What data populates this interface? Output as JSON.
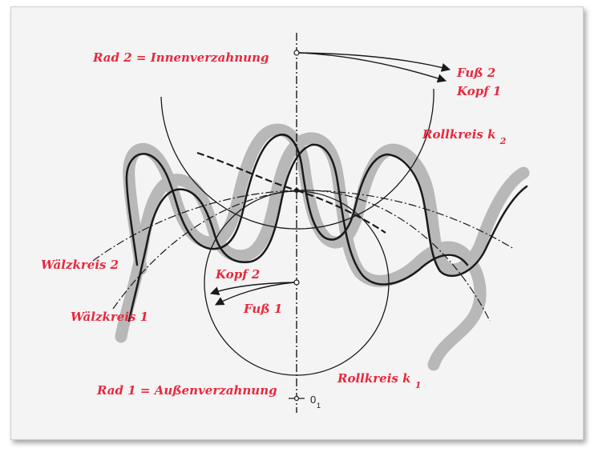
{
  "labels": {
    "rad2": "Rad 2 = Innenverzahnung",
    "fuss2": "Fuß 2",
    "kopf1": "Kopf 1",
    "rollkreis_k2_main": "Rollkreis k",
    "rollkreis_k2_sub": "2",
    "waelzkreis2": "Wälzkreis 2",
    "waelzkreis1": "Wälzkreis 1",
    "kopf2": "Kopf 2",
    "fuss1": "Fuß 1",
    "rollkreis_k1_main": "Rollkreis k",
    "rollkreis_k1_sub": "1",
    "rad1": "Rad 1 = Außenverzahnung",
    "origin_main": "0",
    "origin_sub": "1"
  },
  "colors": {
    "annotation": "#e8283c",
    "line": "#1a1a1a",
    "tooth_shade": "#b8b8b8",
    "frame_bg": "#f4f4f4"
  }
}
